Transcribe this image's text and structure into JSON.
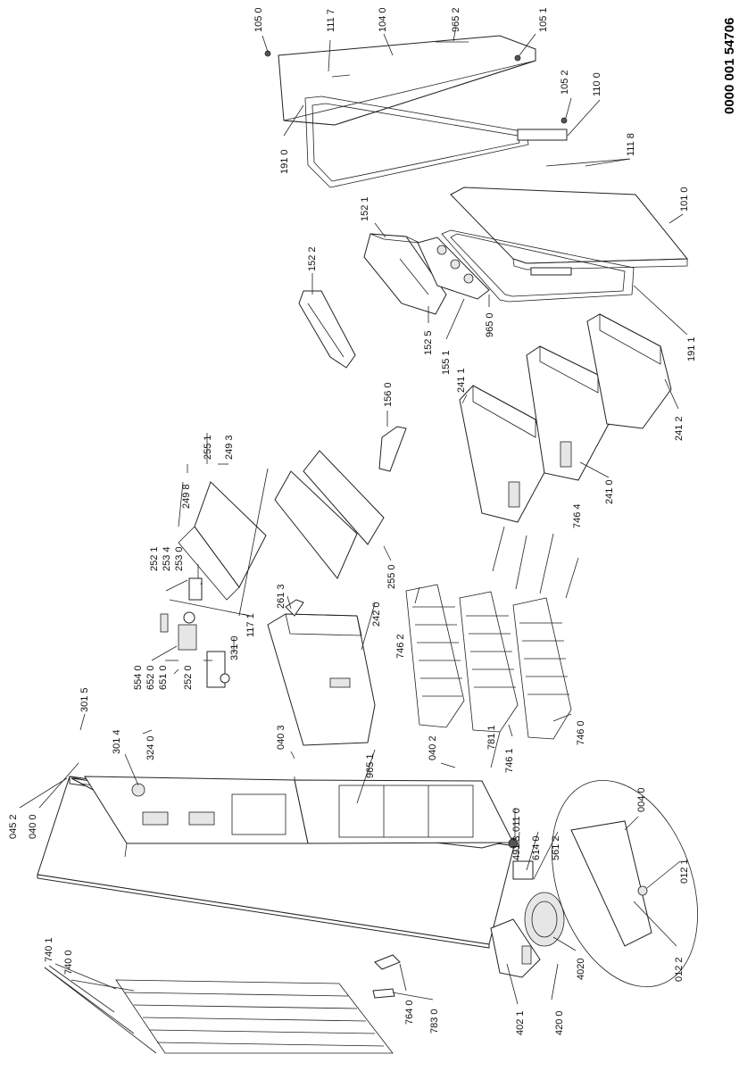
{
  "document_number": "0000 001 54706",
  "labels": [
    {
      "id": "1050",
      "text": "105 0"
    },
    {
      "id": "1117",
      "text": "111 7"
    },
    {
      "id": "1040",
      "text": "104 0"
    },
    {
      "id": "9652",
      "text": "965 2"
    },
    {
      "id": "1051",
      "text": "105 1"
    },
    {
      "id": "1052",
      "text": "105 2"
    },
    {
      "id": "1100",
      "text": "110 0"
    },
    {
      "id": "1118",
      "text": "111 8"
    },
    {
      "id": "1910",
      "text": "191 0"
    },
    {
      "id": "1010",
      "text": "101 0"
    },
    {
      "id": "1521",
      "text": "152 1"
    },
    {
      "id": "1522",
      "text": "152 2"
    },
    {
      "id": "1525",
      "text": "152 5"
    },
    {
      "id": "1551",
      "text": "155 1"
    },
    {
      "id": "9650",
      "text": "965 0"
    },
    {
      "id": "1911",
      "text": "191 1"
    },
    {
      "id": "1560",
      "text": "156 0"
    },
    {
      "id": "2411",
      "text": "241 1"
    },
    {
      "id": "2412",
      "text": "241 2"
    },
    {
      "id": "2410",
      "text": "241 0"
    },
    {
      "id": "2551",
      "text": "255 1"
    },
    {
      "id": "2493",
      "text": "249 3"
    },
    {
      "id": "2498",
      "text": "249 8"
    },
    {
      "id": "7464",
      "text": "746 4"
    },
    {
      "id": "2521",
      "text": "252 1"
    },
    {
      "id": "2534",
      "text": "253 4"
    },
    {
      "id": "2530",
      "text": "253 0"
    },
    {
      "id": "2550",
      "text": "255 0"
    },
    {
      "id": "2613",
      "text": "261 3"
    },
    {
      "id": "2420",
      "text": "242 0"
    },
    {
      "id": "7462",
      "text": "746 2"
    },
    {
      "id": "1171",
      "text": "117 1"
    },
    {
      "id": "3310",
      "text": "331 0"
    },
    {
      "id": "5540",
      "text": "554 0"
    },
    {
      "id": "6520",
      "text": "652 0"
    },
    {
      "id": "6510",
      "text": "651 0"
    },
    {
      "id": "2520",
      "text": "252 0"
    },
    {
      "id": "7460",
      "text": "746 0"
    },
    {
      "id": "3015",
      "text": "301 5"
    },
    {
      "id": "3240",
      "text": "324 0"
    },
    {
      "id": "0403",
      "text": "040 3"
    },
    {
      "id": "9651",
      "text": "965 1"
    },
    {
      "id": "0402",
      "text": "040 2"
    },
    {
      "id": "7811",
      "text": "781 1"
    },
    {
      "id": "7461",
      "text": "746 1"
    },
    {
      "id": "3014",
      "text": "301 4"
    },
    {
      "id": "0452",
      "text": "045 2"
    },
    {
      "id": "0400",
      "text": "040 0"
    },
    {
      "id": "0110",
      "text": "011 0"
    },
    {
      "id": "4913",
      "text": "491 3"
    },
    {
      "id": "6140",
      "text": "614 0"
    },
    {
      "id": "5612",
      "text": "561 2"
    },
    {
      "id": "0040",
      "text": "004 0"
    },
    {
      "id": "0121",
      "text": "012 1"
    },
    {
      "id": "0122",
      "text": "012 2"
    },
    {
      "id": "4020",
      "text": "4020"
    },
    {
      "id": "4021",
      "text": "402 1"
    },
    {
      "id": "4200",
      "text": "420 0"
    },
    {
      "id": "7830",
      "text": "783 0"
    },
    {
      "id": "7640",
      "text": "764 0"
    },
    {
      "id": "7401",
      "text": "740 1"
    },
    {
      "id": "7400",
      "text": "740 0"
    }
  ]
}
